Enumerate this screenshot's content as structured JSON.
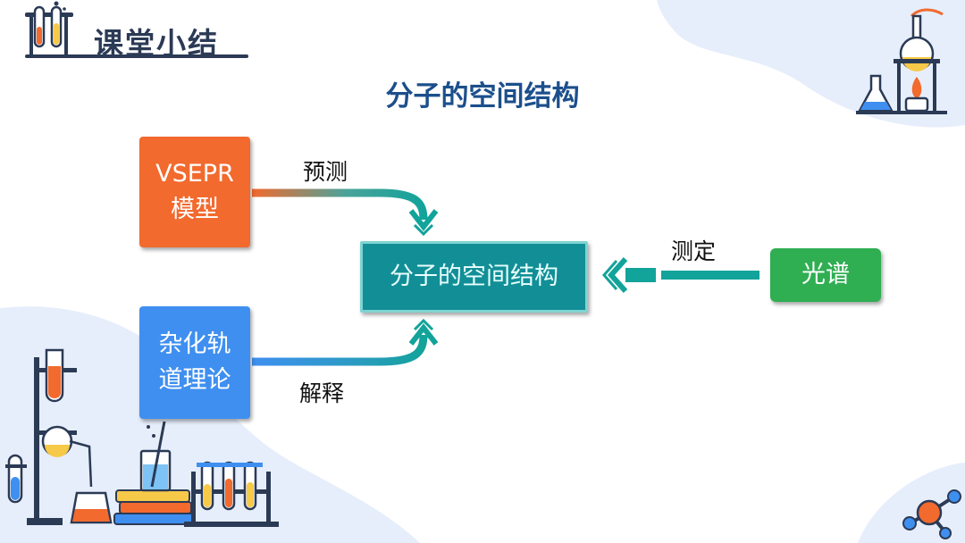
{
  "header": {
    "section_title": "课堂小结"
  },
  "diagram": {
    "title": "分子的空间结构",
    "nodes": {
      "vsepr": {
        "line1": "VSEPR",
        "line2": "模型",
        "color": "#f26a2e"
      },
      "hybrid": {
        "line1": "杂化轨",
        "line2": "道理论",
        "color": "#3f8ff0"
      },
      "center": {
        "label": "分子的空间结构",
        "color": "#128f96"
      },
      "spectrum": {
        "label": "光谱",
        "color": "#2fae52"
      }
    },
    "edges": {
      "predict": "预测",
      "explain": "解释",
      "measure": "测定"
    }
  },
  "palette": {
    "accent_teal": "#12a39a",
    "title_blue": "#1c4f8c",
    "dark_navy": "#2b3a55"
  }
}
